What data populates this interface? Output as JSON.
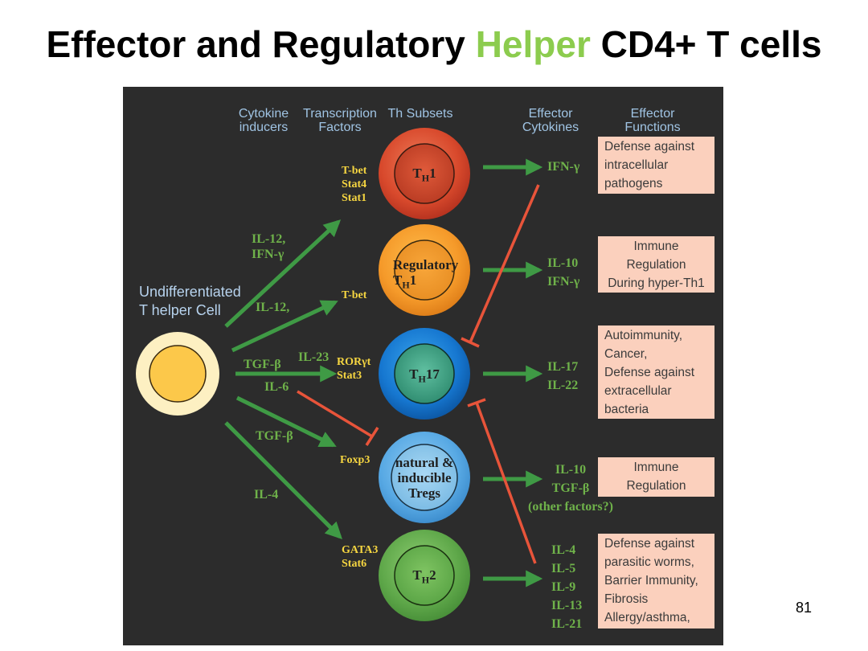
{
  "title": {
    "part1": "Effector and Regulatory ",
    "highlight": "Helper",
    "part2": " CD4+ T cells"
  },
  "page_number": "81",
  "headers": {
    "cytokine_inducers": [
      "Cytokine",
      "inducers"
    ],
    "transcription_factors": [
      "Transcription",
      "Factors"
    ],
    "th_subsets": [
      "Th Subsets"
    ],
    "effector_cytokines": [
      "Effector",
      "Cytokines"
    ],
    "effector_functions": [
      "Effector",
      "Functions"
    ]
  },
  "undifferentiated": [
    "Undifferentiated",
    "T helper Cell"
  ],
  "inducers": {
    "th1": [
      "IL-12,",
      "IFN-γ"
    ],
    "treg_th1": "IL-12,",
    "th17_tgf": "TGF-β",
    "th17_il23": "IL-23",
    "th17_il6": "IL-6",
    "treg_tgf": "TGF-β",
    "th2": "IL-4"
  },
  "transcription": {
    "th1": [
      "T-bet",
      "Stat4",
      "Stat1"
    ],
    "treg_th1": [
      "T-bet"
    ],
    "th17": [
      "RORγt",
      "Stat3"
    ],
    "treg": [
      "Foxp3"
    ],
    "th2": [
      "GATA3",
      "Stat6"
    ]
  },
  "cells": {
    "th1": "TH1",
    "treg_th1": [
      "Regulatory",
      "TH1"
    ],
    "th17": "TH17",
    "treg": [
      "natural &",
      "inducible",
      "Tregs"
    ],
    "th2": "TH2"
  },
  "cytokines": {
    "th1": [
      "IFN-γ"
    ],
    "treg_th1": [
      "IL-10",
      "IFN-γ"
    ],
    "th17": [
      "IL-17",
      "IL-22"
    ],
    "treg": [
      "IL-10",
      "TGF-β",
      "(other factors?)"
    ],
    "th2": [
      "IL-4",
      "IL-5",
      "IL-9",
      "IL-13",
      "IL-21"
    ]
  },
  "functions": {
    "th1": [
      "Defense against",
      "intracellular",
      "pathogens"
    ],
    "treg_th1": [
      "Immune",
      "Regulation",
      "During hyper-Th1"
    ],
    "th17": [
      "Autoimmunity,",
      "Cancer,",
      "Defense against",
      "extracellular",
      "bacteria"
    ],
    "treg": [
      "Immune",
      "Regulation"
    ],
    "th2": [
      "Defense against",
      "parasitic worms,",
      "Barrier Immunity,",
      "Fibrosis",
      "Allergy/asthma,"
    ]
  },
  "colors": {
    "highlight": "#8ccc4e",
    "background": "#2c2c2c",
    "arrow_green": "#3f9a45",
    "inhibit_red": "#e8543a",
    "label_green": "#6fb24a",
    "label_yellow": "#f6d641",
    "function_box": "#fbd0bd"
  }
}
